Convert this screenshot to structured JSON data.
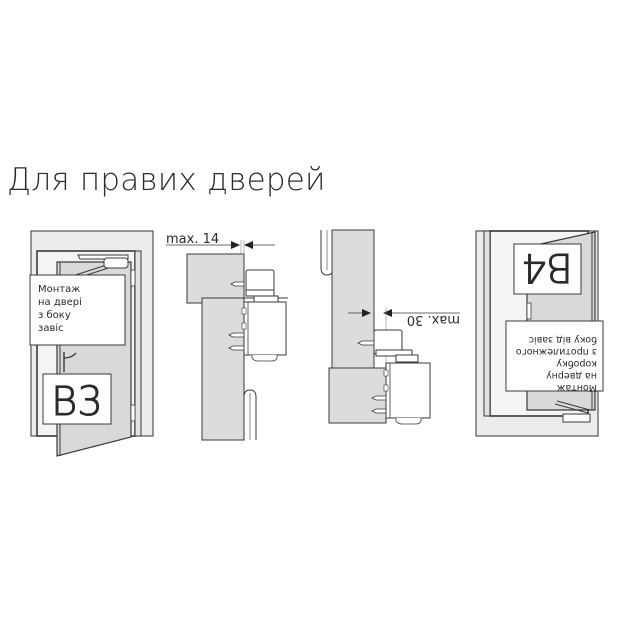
{
  "title": "Для правих дверей",
  "panels": [
    {
      "id": "B3",
      "code": "B3",
      "caption_lines": [
        "Монтаж",
        "на дверi",
        "з боку",
        "завiс"
      ]
    },
    {
      "id": "side-14",
      "dimension_label": "max. 14"
    },
    {
      "id": "side-30",
      "dimension_label": "max. 30"
    },
    {
      "id": "B4",
      "code": "B4",
      "caption_lines": [
        "Монтаж",
        "на дверну",
        "коробку",
        "з протилежного",
        "боку вiд завiс"
      ]
    }
  ],
  "colors": {
    "stroke": "#3a3a3a",
    "fill_light": "#ececec",
    "fill_mid": "#dcdcdc",
    "text": "#2b2b2b"
  }
}
